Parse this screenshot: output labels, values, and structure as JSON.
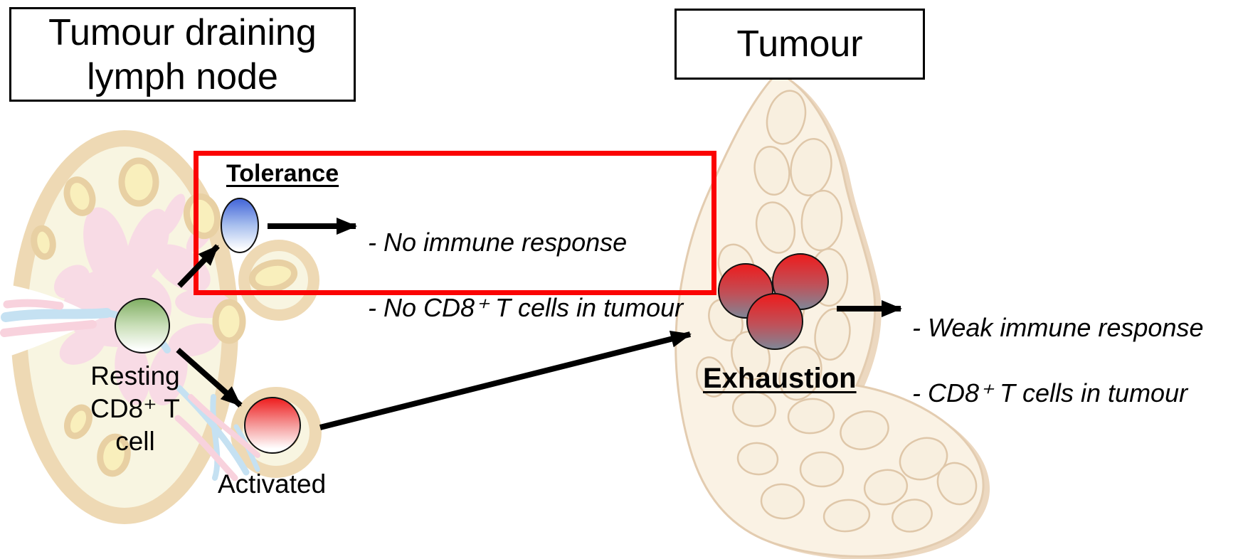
{
  "panels": {
    "lymph_node_title": "Tumour draining\nlymph node",
    "tumour_title": "Tumour"
  },
  "tolerance": {
    "heading": "Tolerance",
    "lines": [
      "- No immune response",
      "- No CD8⁺ T cells in tumour"
    ]
  },
  "cells": {
    "resting_label": "Resting\nCD8⁺ T\ncell",
    "activated_label": "Activated"
  },
  "exhaustion": {
    "heading": "Exhaustion",
    "lines": [
      "- Weak immune response",
      "- CD8⁺ T cells in tumour"
    ]
  },
  "colors": {
    "red_box": "#fb0303",
    "arrow": "#000000",
    "cell_green": "#7fae63",
    "cell_blue": "#4164d8",
    "cell_red": "#ee1b1c",
    "cell_exhausted_top": "#ee1b1c",
    "cell_exhausted_bottom": "#7f8797",
    "node_capsule_tan": "#eed9b4",
    "node_cortex_cream": "#f8f5e1",
    "follicle_yellow": "#f9efbc",
    "follicle_ring": "#e8d0a3",
    "medulla_pink": "#f8dbe5",
    "vessel_blue": "#c5e1f2",
    "vessel_pink": "#f8d2dd",
    "tumour_fill": "#faf2e4",
    "tumour_outline": "#e3ccb0",
    "tumour_shadow": "#ecd8c0"
  }
}
